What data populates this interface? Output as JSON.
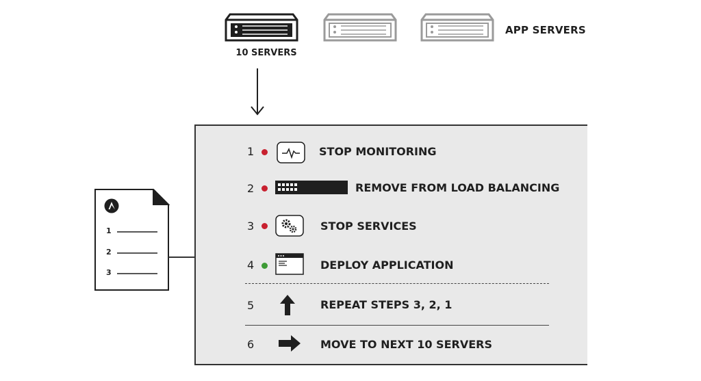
{
  "servers": {
    "caption": "10 SERVERS",
    "group_label": "APP SERVERS",
    "icon": "server-icon"
  },
  "playbook": {
    "icon": "ansible-logo",
    "lines": [
      "1",
      "2",
      "3"
    ]
  },
  "steps": [
    {
      "num": "1",
      "status": "red",
      "icon": "monitoring-pulse-icon",
      "label": "STOP MONITORING"
    },
    {
      "num": "2",
      "status": "red",
      "icon": "load-balancer-icon",
      "label": "REMOVE FROM LOAD BALANCING"
    },
    {
      "num": "3",
      "status": "red",
      "icon": "gears-icon",
      "label": "STOP SERVICES"
    },
    {
      "num": "4",
      "status": "green",
      "icon": "app-window-icon",
      "label": "DEPLOY APPLICATION"
    },
    {
      "num": "5",
      "icon": "arrow-up-icon",
      "label": "REPEAT STEPS 3, 2, 1"
    },
    {
      "num": "6",
      "icon": "arrow-right-icon",
      "label": "MOVE TO NEXT 10 SERVERS"
    }
  ],
  "colors": {
    "red": "#c8202f",
    "green": "#3d9b35",
    "muted": "#9a9a9a",
    "dark": "#1f1f1f",
    "panel": "#e9e9e9"
  }
}
